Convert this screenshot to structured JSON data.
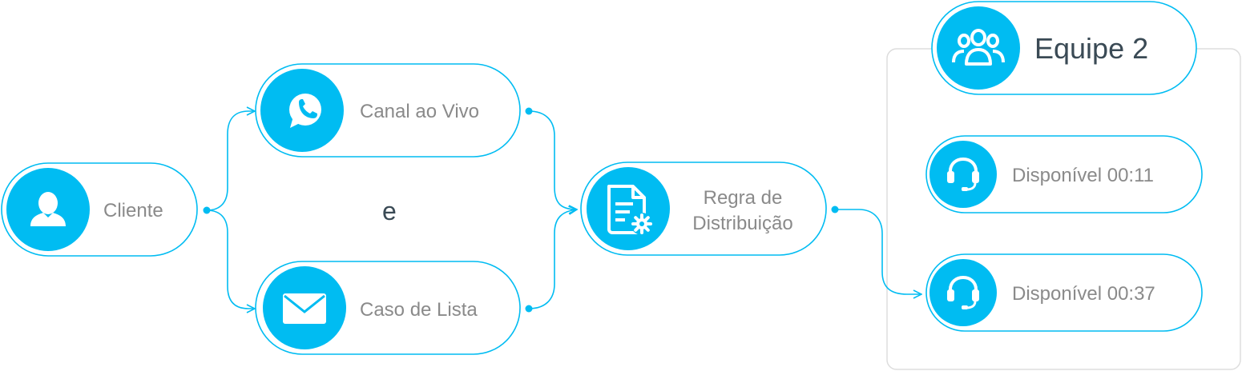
{
  "nodes": {
    "cliente": "Cliente",
    "canal_ao_vivo": "Canal ao Vivo",
    "caso_de_lista": "Caso de Lista",
    "regra_line1": "Regra de",
    "regra_line2": "Distribuição",
    "agent1": "Disponível 00:11",
    "agent2": "Disponível 00:37"
  },
  "conjunction": "e",
  "team": {
    "title": "Equipe 2"
  },
  "icons": {
    "cliente": "user-icon",
    "canal_ao_vivo": "whatsapp-icon",
    "caso_de_lista": "envelope-icon",
    "regra": "document-gear-icon",
    "team": "group-icon",
    "agent": "headset-icon"
  },
  "colors": {
    "accent": "#00BCF2",
    "pill_border": "#00BCF2",
    "text_gray": "#8A8A8A",
    "text_dark": "#3A4A55",
    "panel_border": "#DDDDDD"
  }
}
